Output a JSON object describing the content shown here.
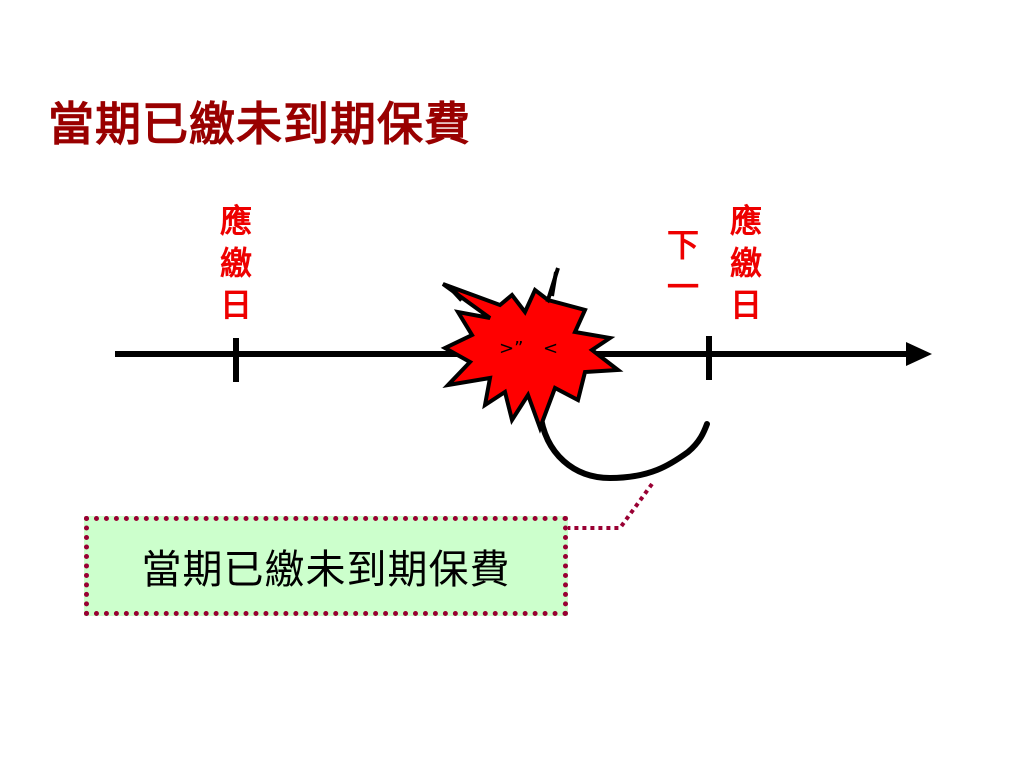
{
  "title": "當期已繳未到期保費",
  "timeline": {
    "label_due_1": "應\n繳\n日",
    "label_next": "下\n一",
    "label_due_2": "應\n繳\n日"
  },
  "burst": {
    "text_left": ">”",
    "text_right": "<"
  },
  "callout": {
    "text": "當期已繳未到期保費"
  },
  "colors": {
    "title": "#990000",
    "label": "#ee0000",
    "burst_fill": "#ff0000",
    "callout_bg": "#ccffcc",
    "callout_border": "#990033",
    "connector": "#990033"
  }
}
